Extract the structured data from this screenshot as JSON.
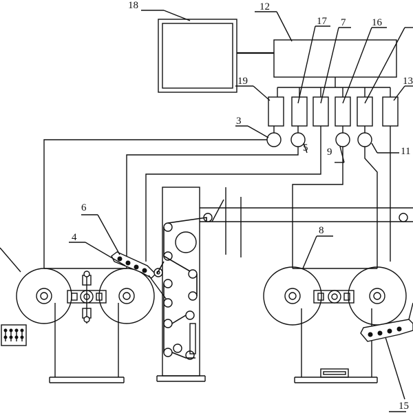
{
  "labels": {
    "l18": "18",
    "l12": "12",
    "l17": "17",
    "l7": "7",
    "l16": "16",
    "l19": "19",
    "l13": "13",
    "l3": "3",
    "l5": "5",
    "l9": "9",
    "l11": "11",
    "l6": "6",
    "l4": "4",
    "l8": "8",
    "l15": "15"
  }
}
